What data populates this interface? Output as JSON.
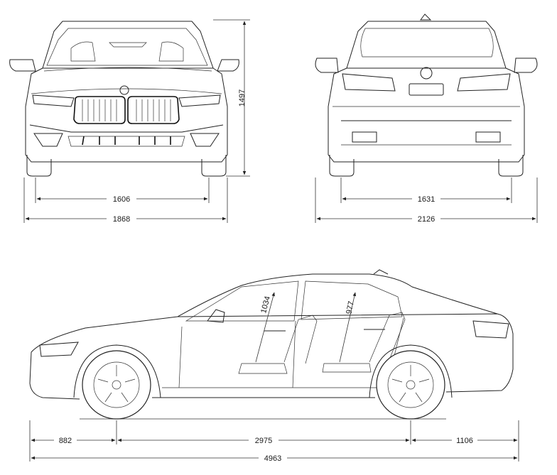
{
  "front_view": {
    "height": "1497",
    "track": "1606",
    "width": "1868"
  },
  "rear_view": {
    "track": "1631",
    "width_mirrors": "2126"
  },
  "side_view": {
    "front_headroom": "1034",
    "rear_headroom": "977",
    "front_overhang": "882",
    "wheelbase": "2975",
    "rear_overhang": "1106",
    "length": "4963"
  }
}
